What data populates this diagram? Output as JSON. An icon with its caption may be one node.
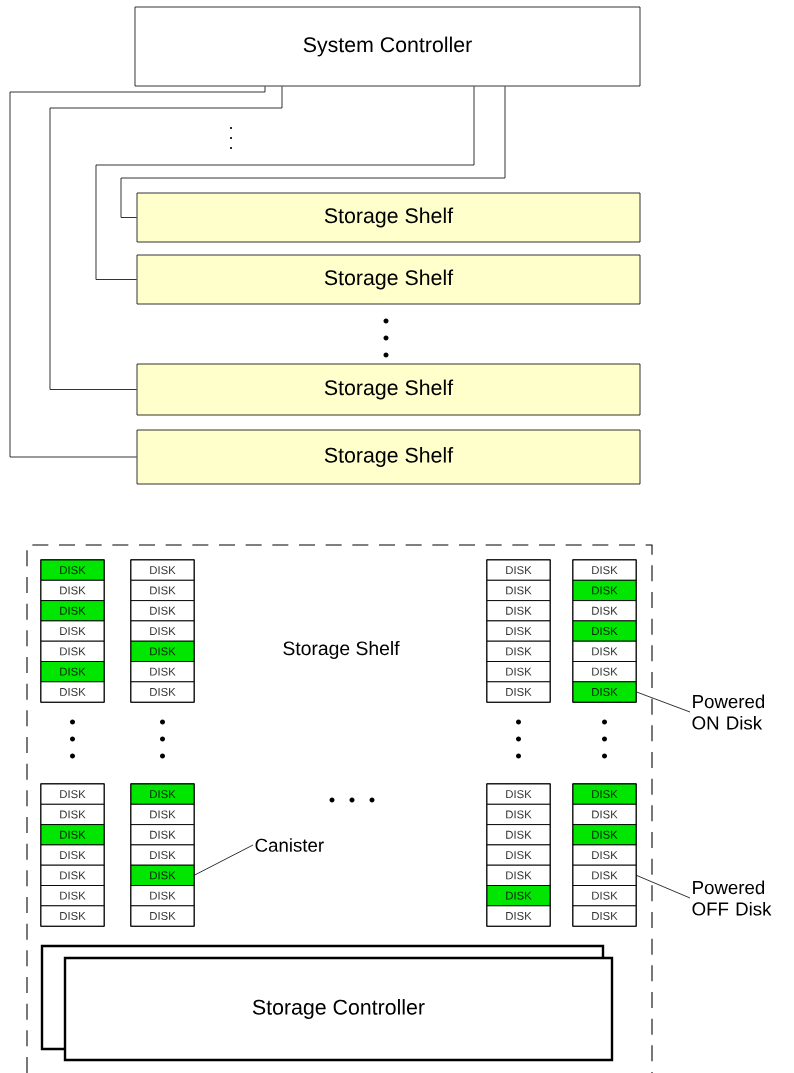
{
  "diagram": {
    "nodes": [
      {
        "text": [
          "System Controller"
        ]
      },
      {
        "text": [
          "Storage Shelf"
        ]
      },
      {
        "text": [
          "Storage Shelf"
        ]
      },
      {
        "text": [
          "Storage Shelf"
        ]
      },
      {
        "text": [
          "Storage Shelf"
        ]
      },
      {
        "text": [
          "Storage Shelf"
        ]
      },
      {
        "text": [],
        "shape": "box",
        "in": 5
      },
      {
        "text": [
          "DISK"
        ],
        "in": 6
      },
      {
        "text": [
          "DISK"
        ],
        "in": 6
      },
      {
        "text": [
          "DISK"
        ],
        "in": 6
      },
      {
        "text": [
          "DISK"
        ],
        "in": 6
      },
      {
        "text": [
          "DISK"
        ],
        "in": 6
      },
      {
        "text": [
          "DISK"
        ],
        "in": 6
      },
      {
        "text": [
          "DISK"
        ],
        "in": 6
      },
      {
        "text": [],
        "shape": "box",
        "in": 5
      },
      {
        "text": [
          "DISK"
        ],
        "in": 14
      },
      {
        "text": [
          "DISK"
        ],
        "in": 14
      },
      {
        "text": [
          "DISK"
        ],
        "in": 14
      },
      {
        "text": [
          "DISK"
        ],
        "in": 14
      },
      {
        "text": [
          "DISK"
        ],
        "in": 14
      },
      {
        "text": [
          "DISK"
        ],
        "in": 14
      },
      {
        "text": [
          "DISK"
        ],
        "in": 14
      },
      {
        "text": [],
        "shape": "box",
        "in": 5
      },
      {
        "text": [
          "DISK"
        ],
        "in": 22
      },
      {
        "text": [
          "DISK"
        ],
        "in": 22
      },
      {
        "text": [
          "DISK"
        ],
        "in": 22
      },
      {
        "text": [
          "DISK"
        ],
        "in": 22
      },
      {
        "text": [
          "DISK"
        ],
        "in": 22
      },
      {
        "text": [
          "DISK"
        ],
        "in": 22
      },
      {
        "text": [
          "DISK"
        ],
        "in": 22
      },
      {
        "text": [],
        "shape": "box",
        "in": 5
      },
      {
        "text": [
          "DISK"
        ],
        "in": 30
      },
      {
        "text": [
          "DISK"
        ],
        "in": 30
      },
      {
        "text": [
          "DISK"
        ],
        "in": 30
      },
      {
        "text": [
          "DISK"
        ],
        "in": 30
      },
      {
        "text": [
          "DISK"
        ],
        "in": 30
      },
      {
        "text": [
          "DISK"
        ],
        "in": 30
      },
      {
        "text": [
          "DISK"
        ],
        "in": 30
      },
      {
        "text": [],
        "shape": "box",
        "in": 5
      },
      {
        "text": [
          "DISK"
        ],
        "in": 38
      },
      {
        "text": [
          "DISK"
        ],
        "in": 38
      },
      {
        "text": [
          "DISK"
        ],
        "in": 38
      },
      {
        "text": [
          "DISK"
        ],
        "in": 38
      },
      {
        "text": [
          "DISK"
        ],
        "in": 38
      },
      {
        "text": [
          "DISK"
        ],
        "in": 38
      },
      {
        "text": [
          "DISK"
        ],
        "in": 38
      },
      {
        "text": [],
        "shape": "box",
        "in": 5
      },
      {
        "text": [
          "DISK"
        ],
        "in": 46
      },
      {
        "text": [
          "DISK"
        ],
        "in": 46
      },
      {
        "text": [
          "DISK"
        ],
        "in": 46
      },
      {
        "text": [
          "DISK"
        ],
        "in": 46
      },
      {
        "text": [
          "DISK"
        ],
        "in": 46
      },
      {
        "text": [
          "DISK"
        ],
        "in": 46
      },
      {
        "text": [
          "DISK"
        ],
        "in": 46
      },
      {
        "text": [],
        "shape": "box",
        "in": 5
      },
      {
        "text": [
          "DISK"
        ],
        "in": 54
      },
      {
        "text": [
          "DISK"
        ],
        "in": 54
      },
      {
        "text": [
          "DISK"
        ],
        "in": 54
      },
      {
        "text": [
          "DISK"
        ],
        "in": 54
      },
      {
        "text": [
          "DISK"
        ],
        "in": 54
      },
      {
        "text": [
          "DISK"
        ],
        "in": 54
      },
      {
        "text": [
          "DISK"
        ],
        "in": 54
      },
      {
        "text": [],
        "shape": "box",
        "in": 5
      },
      {
        "text": [
          "DISK"
        ],
        "in": 62
      },
      {
        "text": [
          "DISK"
        ],
        "in": 62
      },
      {
        "text": [
          "DISK"
        ],
        "in": 62
      },
      {
        "text": [
          "DISK"
        ],
        "in": 62
      },
      {
        "text": [
          "DISK"
        ],
        "in": 62
      },
      {
        "text": [
          "DISK"
        ],
        "in": 62
      },
      {
        "text": [
          "DISK"
        ],
        "in": 62
      },
      {
        "text": [
          "Canister"
        ],
        "in": 5
      },
      {
        "text": [
          "Powered ON Disk"
        ]
      },
      {
        "text": [
          "Powered OFF Disk"
        ]
      },
      {
        "text": [],
        "shape": "box",
        "in": 5
      },
      {
        "text": [
          "Storage Controller"
        ],
        "in": 5
      }
    ],
    "edges": [
      {
        "from": 0,
        "to": 4,
        "arrow": "none"
      },
      {
        "from": 0,
        "to": 3,
        "arrow": "none"
      },
      {
        "from": 0,
        "to": 2,
        "arrow": "none"
      },
      {
        "from": 0,
        "to": 1,
        "arrow": "none"
      },
      {
        "from": 70,
        "to": 46,
        "arrow": "none"
      },
      {
        "from": 71,
        "to": 37,
        "arrow": "none"
      },
      {
        "from": 72,
        "to": 67,
        "arrow": "none"
      }
    ]
  }
}
